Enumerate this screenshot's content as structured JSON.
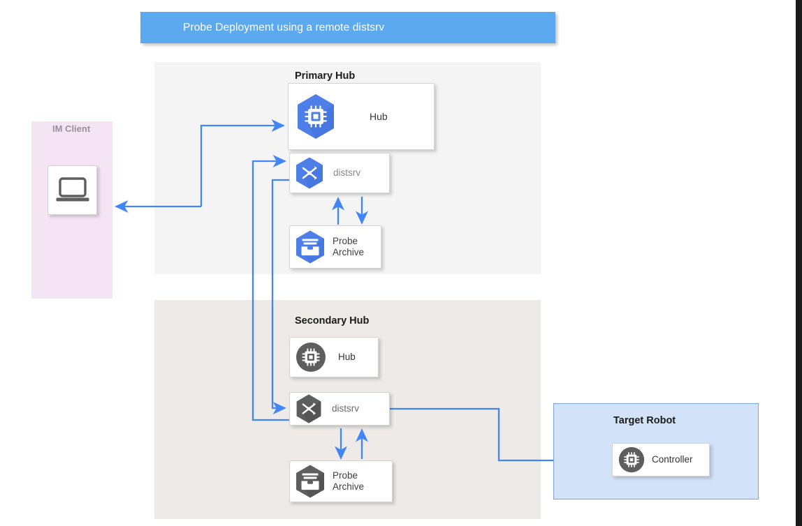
{
  "banner": {
    "title": "Probe Deployment using a remote distsrv",
    "color": "#5CA9F0"
  },
  "groups": {
    "primary_hub": {
      "title": "Primary Hub",
      "background": "#F4F4F4"
    },
    "secondary_hub": {
      "title": "Secondary Hub",
      "background": "#EDEAE7"
    },
    "im_client": {
      "title": "IM Client",
      "background": "#F4E4F4"
    },
    "target_robot": {
      "title": "Target Robot",
      "background": "#D2E2F8",
      "border": "#7BA4D9"
    }
  },
  "nodes": {
    "primary_hub_hub": {
      "label": "Hub",
      "icon": "chip-hexagon-icon",
      "icon_color": "#4E7FE8"
    },
    "primary_distsrv": {
      "label": "distsrv",
      "icon": "distsrv-hexagon-icon",
      "icon_color": "#4E7FE8"
    },
    "primary_probe_archive": {
      "label": "Probe\nArchive",
      "icon": "archive-hexagon-icon",
      "icon_color": "#4E7FE8"
    },
    "secondary_hub_hub": {
      "label": "Hub",
      "icon": "chip-circle-icon",
      "icon_color": "#5E5E5E"
    },
    "secondary_distsrv": {
      "label": "distsrv",
      "icon": "distsrv-hexagon-icon",
      "icon_color": "#5E5E5E"
    },
    "secondary_probe_archive": {
      "label": "Probe\nArchive",
      "icon": "archive-hexagon-icon",
      "icon_color": "#5E5E5E"
    },
    "im_client_laptop": {
      "label": "",
      "icon": "laptop-icon",
      "icon_color": "#5E5E5E"
    },
    "robot_controller": {
      "label": "Controller",
      "icon": "chip-circle-icon",
      "icon_color": "#5E5E5E"
    }
  },
  "connectors": {
    "color": "#4285F4",
    "edges": [
      {
        "name": "im-client-to-primary-hub",
        "from": "im_client_laptop",
        "to": "primary_hub_hub",
        "direction": "forward"
      },
      {
        "name": "primary-hub-to-im-client",
        "from": "primary_hub_hub",
        "to": "im_client_laptop",
        "direction": "forward"
      },
      {
        "name": "primary-archive-to-primary-distsrv",
        "from": "primary_probe_archive",
        "to": "primary_distsrv",
        "direction": "up"
      },
      {
        "name": "primary-distsrv-to-primary-archive",
        "from": "primary_distsrv",
        "to": "primary_probe_archive",
        "direction": "down"
      },
      {
        "name": "secondary-distsrv-to-primary-distsrv",
        "from": "secondary_distsrv",
        "to": "primary_distsrv",
        "direction": "forward"
      },
      {
        "name": "primary-distsrv-to-secondary-distsrv",
        "from": "primary_distsrv",
        "to": "secondary_distsrv",
        "direction": "forward"
      },
      {
        "name": "secondary-distsrv-to-secondary-archive",
        "from": "secondary_distsrv",
        "to": "secondary_probe_archive",
        "direction": "down"
      },
      {
        "name": "secondary-archive-to-secondary-distsrv",
        "from": "secondary_probe_archive",
        "to": "secondary_distsrv",
        "direction": "up"
      },
      {
        "name": "secondary-distsrv-to-robot-controller",
        "from": "secondary_distsrv",
        "to": "robot_controller",
        "direction": "forward"
      }
    ]
  }
}
